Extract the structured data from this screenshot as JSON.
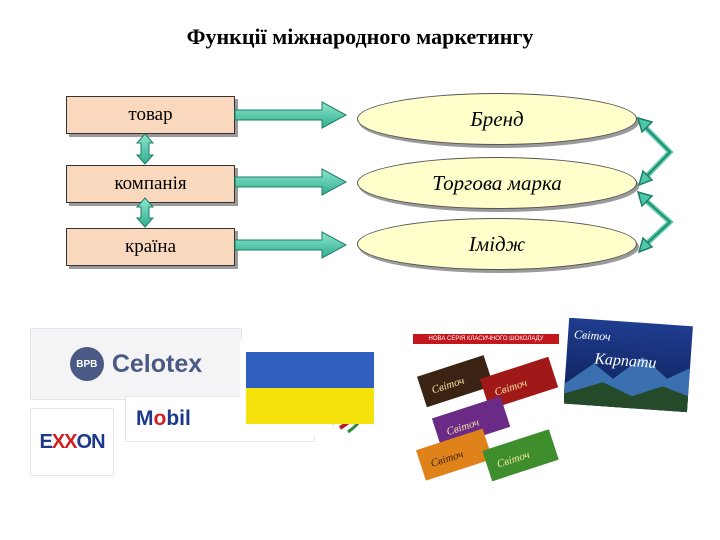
{
  "title": "Функції міжнародного маркетингу",
  "left_nodes": [
    "товар",
    "компанія",
    "країна"
  ],
  "right_nodes": [
    "Бренд",
    "Торгова марка",
    "Імідж"
  ],
  "colors": {
    "box_fill": "#fad8be",
    "ellipse_fill": "#ffffcc",
    "arrow_fill": "#4dc8a8"
  },
  "logos": {
    "celotex": {
      "mark": "BPB",
      "name": "Celotex"
    },
    "exxon": "EXXON",
    "mobil": "Mobil",
    "chocolate_banner": "НОВА СЕРІЯ КЛАСИЧНОГО ШОКОЛАДУ",
    "chocolate_brand": "Світоч",
    "karpaty": "Карпати"
  }
}
